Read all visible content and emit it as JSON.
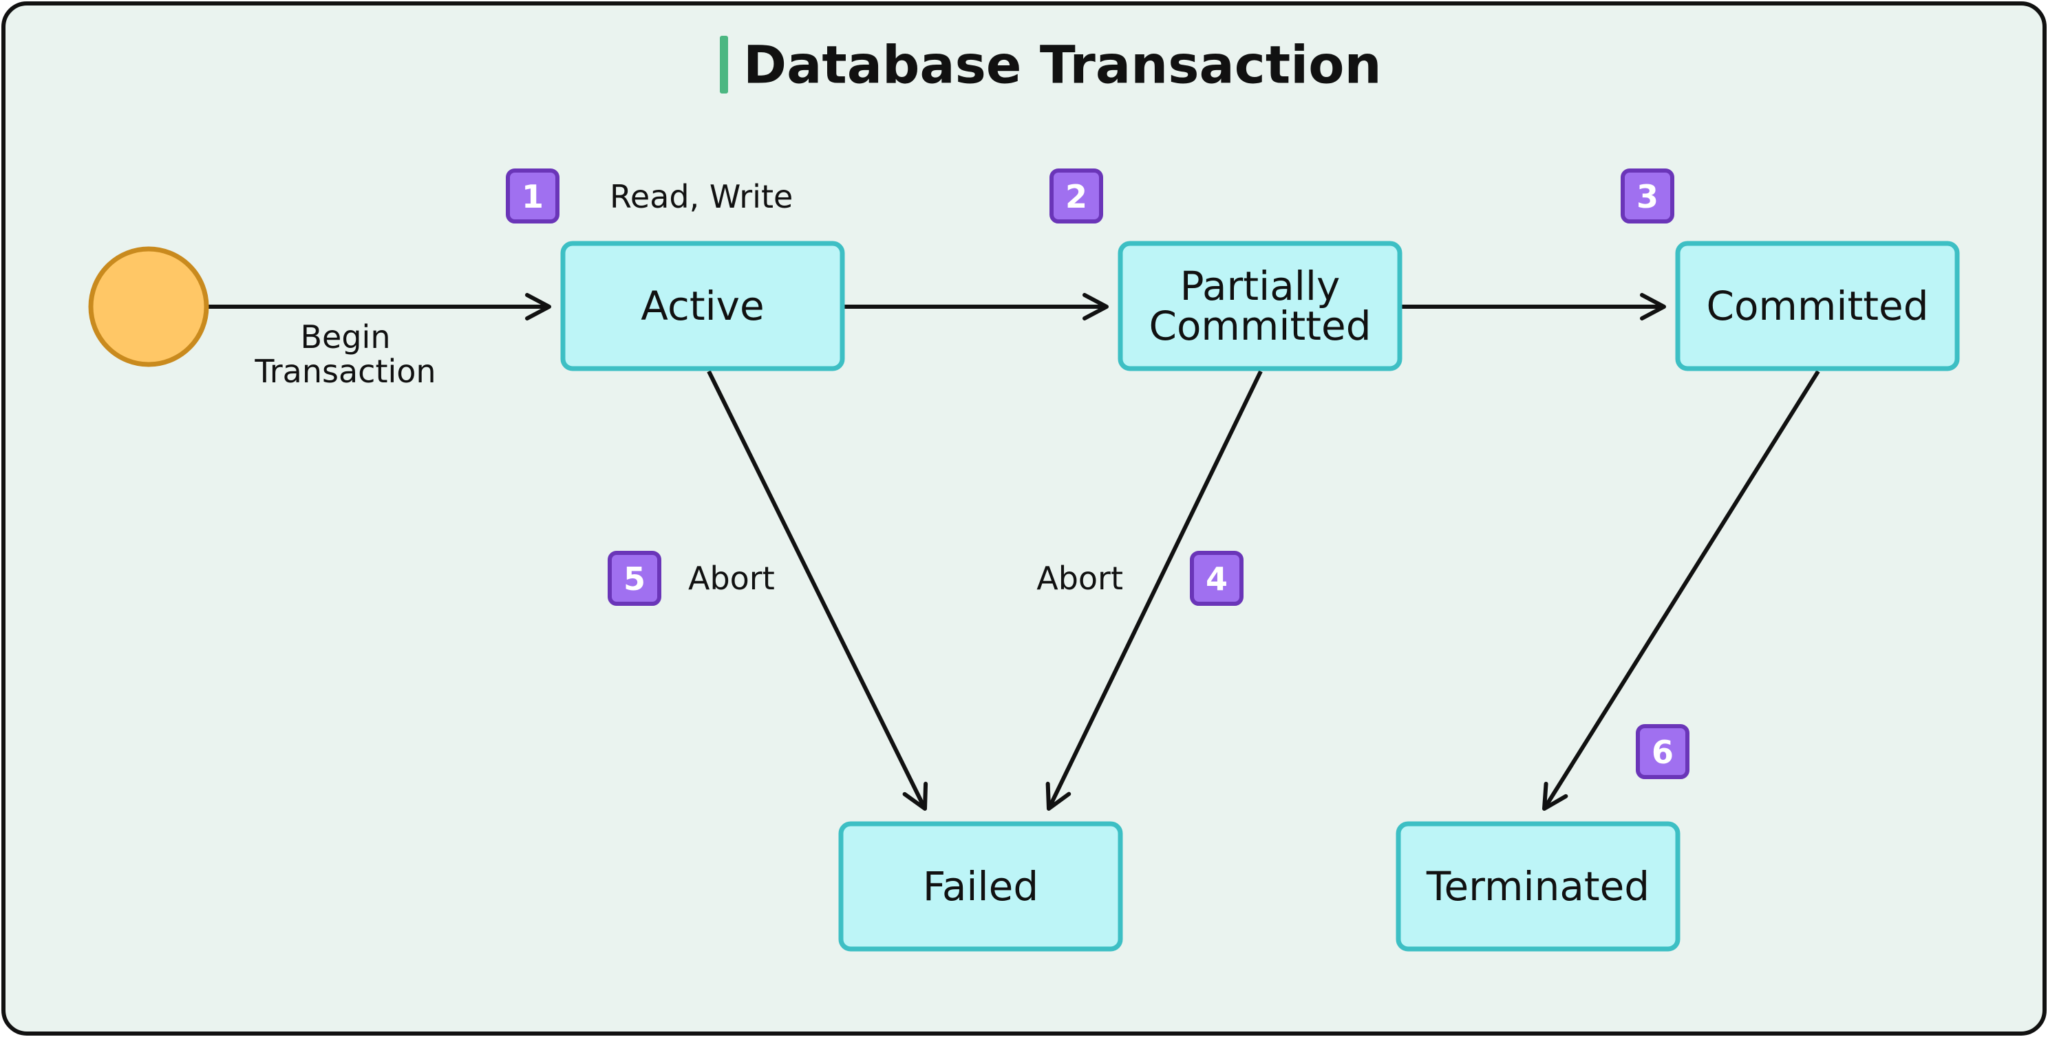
{
  "title": "Database Transaction",
  "colors": {
    "canvas_bg": "#EAF3EF",
    "canvas_border": "#111111",
    "title_accent": "#4CB782",
    "node_fill": "#BDF5F7",
    "node_border": "#3DBFC4",
    "start_fill": "#FFC766",
    "start_border": "#C98A1E",
    "badge_fill": "#A070F0",
    "badge_border": "#6A35B8",
    "badge_text": "#FFFFFF",
    "text": "#111111",
    "edge": "#111111"
  },
  "start_node": {
    "icon": "start-state-circle"
  },
  "nodes": {
    "active": {
      "label": "Active"
    },
    "partially_committed": {
      "line1": "Partially",
      "line2": "Committed"
    },
    "committed": {
      "label": "Committed"
    },
    "failed": {
      "label": "Failed"
    },
    "terminated": {
      "label": "Terminated"
    }
  },
  "edges": {
    "begin": {
      "line1": "Begin",
      "line2": "Transaction"
    },
    "read_write": {
      "label": "Read, Write"
    },
    "abort_active": {
      "label": "Abort"
    },
    "abort_partial": {
      "label": "Abort"
    }
  },
  "badges": {
    "b1": "1",
    "b2": "2",
    "b3": "3",
    "b4": "4",
    "b5": "5",
    "b6": "6"
  }
}
